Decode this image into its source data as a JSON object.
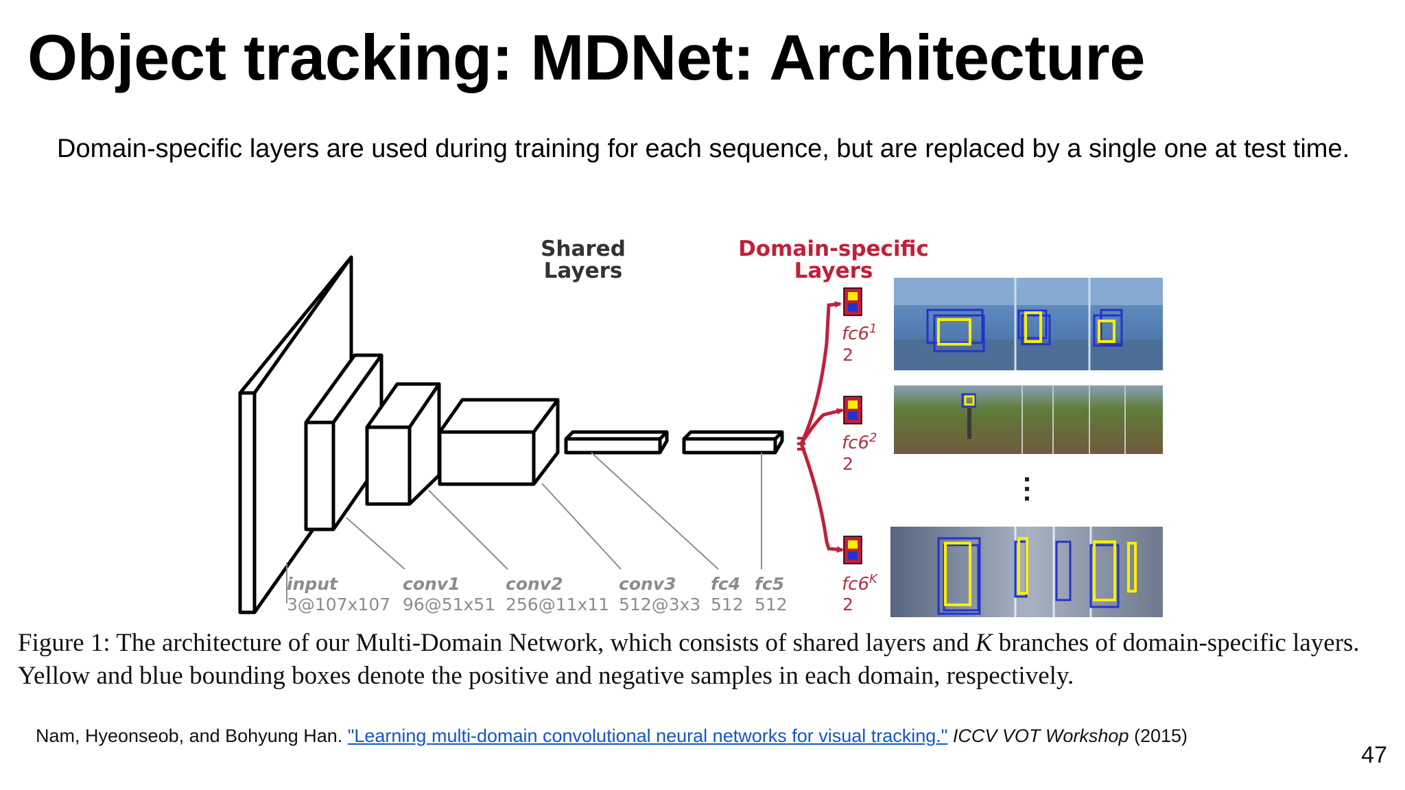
{
  "title": "Object tracking: MDNet: Architecture",
  "subtitle": "Domain-specific layers are used during training for each sequence, but are replaced by a single one at test time.",
  "figure": {
    "shared_header": [
      "Shared",
      "Layers"
    ],
    "domain_header": [
      "Domain-specific",
      "Layers"
    ],
    "layers": [
      {
        "name": "input",
        "dims": "3@107x107"
      },
      {
        "name": "conv1",
        "dims": "96@51x51"
      },
      {
        "name": "conv2",
        "dims": "256@11x11"
      },
      {
        "name": "conv3",
        "dims": "512@3x3"
      },
      {
        "name": "fc4",
        "dims": "512"
      },
      {
        "name": "fc5",
        "dims": "512"
      }
    ],
    "branches": [
      {
        "name": "fc6",
        "sup": "1",
        "dims": "2"
      },
      {
        "name": "fc6",
        "sup": "2",
        "dims": "2"
      },
      {
        "name": "fc6",
        "sup": "K",
        "dims": "2"
      }
    ],
    "colors": {
      "domain": "#c0203a",
      "box_outline": "#000000",
      "positive_box": "#ffee00",
      "negative_box": "#2233cc"
    }
  },
  "caption": {
    "label": "Figure 1:",
    "text_a": " The architecture of our Multi-Domain Network, which consists of shared layers and ",
    "k": "K",
    "text_b": " branches of domain-specific layers. Yellow and blue bounding boxes denote the positive and negative samples in each domain, respectively."
  },
  "reference": {
    "authors": "Nam, Hyeonseob, and Bohyung Han. ",
    "link_text": "\"Learning multi-domain convolutional neural networks for visual tracking.\"",
    "venue": "ICCV VOT Workshop",
    "year": " (2015)"
  },
  "page_number": "47"
}
